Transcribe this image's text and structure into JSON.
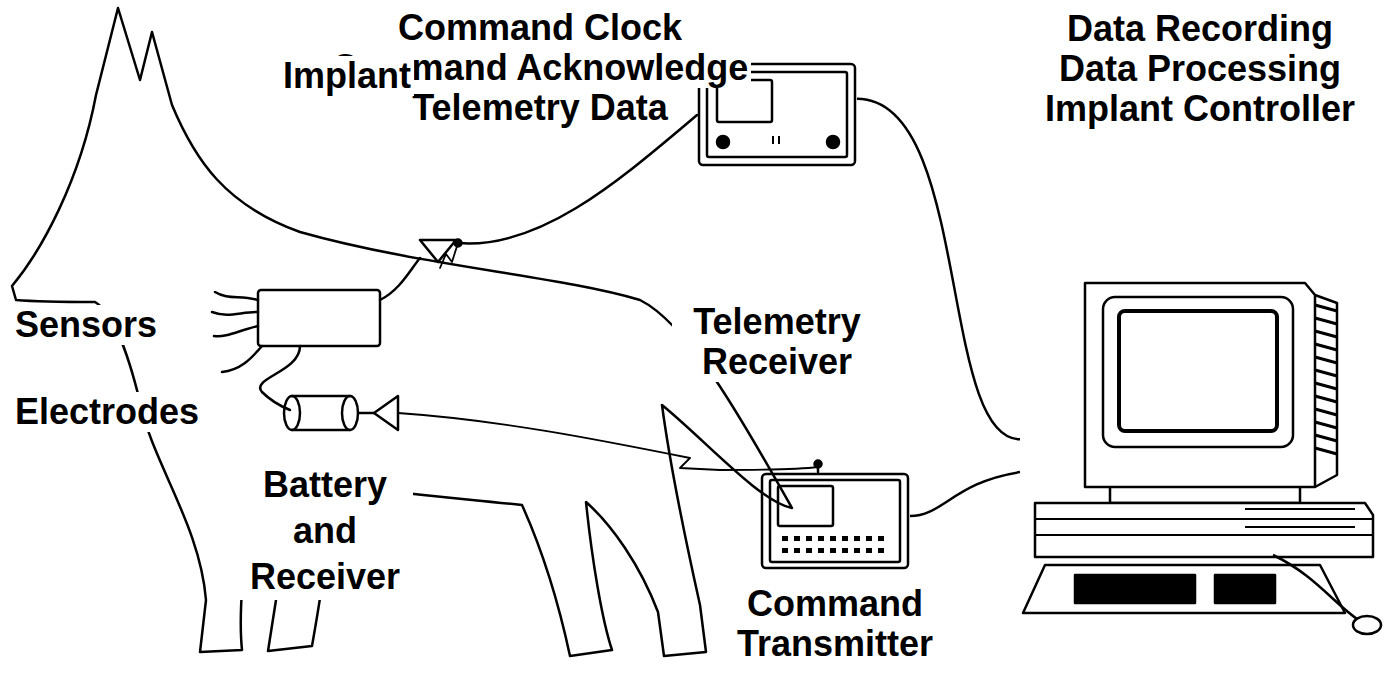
{
  "diagram": {
    "nodes": [
      {
        "text": [
          "Telemetry Receiver"
        ]
      },
      {
        "text": [
          "Command Transmitter"
        ]
      },
      {
        "text": [
          "Data Recording Data Processing Implant Controller"
        ]
      }
    ],
    "edges": [
      {
        "from": 0,
        "to": 2,
        "arrow": "none"
      },
      {
        "from": 2,
        "to": 1,
        "arrow": "none"
      }
    ],
    "labels": [
      "Command Clock",
      "Command Acknowledge",
      "Telemetry Data",
      "Implant",
      "Sensors",
      "Electrodes",
      "Battery and Receiver"
    ]
  }
}
